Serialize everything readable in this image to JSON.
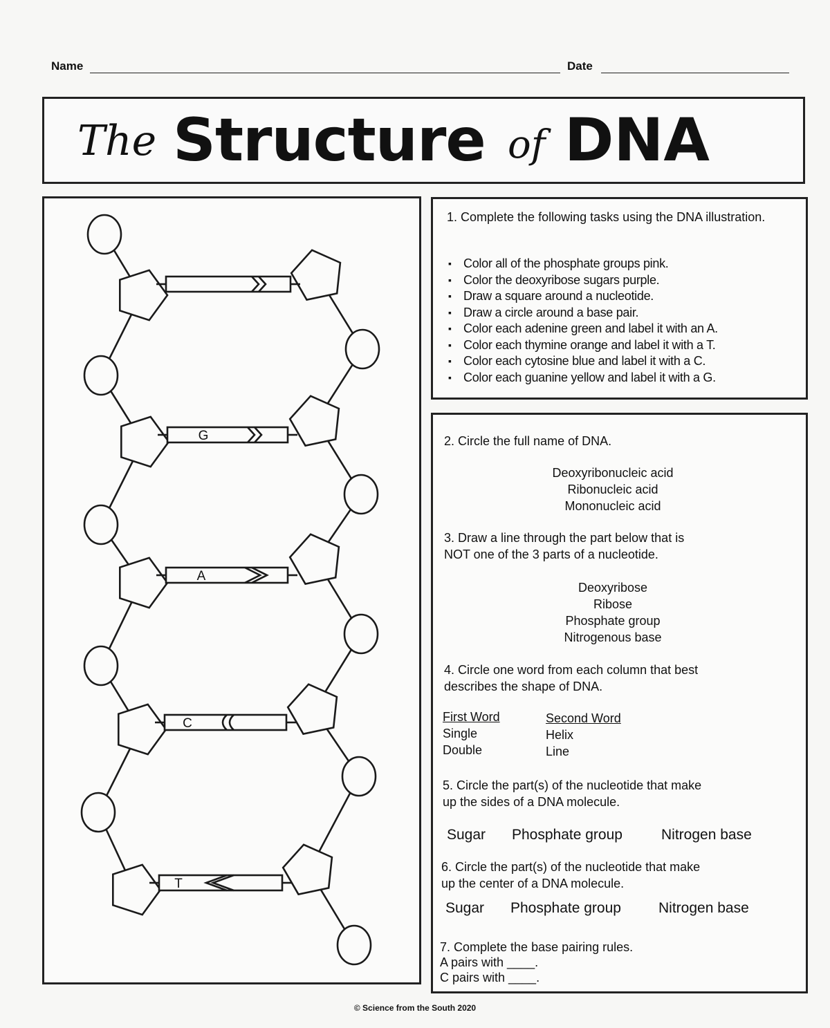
{
  "header": {
    "name_label": "Name",
    "date_label": "Date"
  },
  "title": {
    "the": "The",
    "structure": "Structure",
    "of": "of",
    "dna": "DNA"
  },
  "diagram": {
    "base_labels": [
      "G",
      "A",
      "C",
      "T"
    ]
  },
  "q1": {
    "prompt": "1. Complete the following tasks using the DNA illustration.",
    "tasks": [
      "Color all of the phosphate groups pink.",
      "Color the deoxyribose sugars purple.",
      "Draw a square around a nucleotide.",
      "Draw a circle around a base pair.",
      "Color each adenine green and label it with an A.",
      "Color each thymine orange and label it with a T.",
      "Color each cytosine blue and label it with a C.",
      "Color each guanine yellow and label it with a G."
    ]
  },
  "q2": {
    "prompt": "2. Circle the full name of DNA.",
    "options": [
      "Deoxyribonucleic acid",
      "Ribonucleic acid",
      "Mononucleic acid"
    ]
  },
  "q3": {
    "prompt_line1": "3. Draw a line through the part below that is",
    "prompt_line2": "NOT one of the 3 parts of a nucleotide.",
    "options": [
      "Deoxyribose",
      "Ribose",
      "Phosphate group",
      "Nitrogenous base"
    ]
  },
  "q4": {
    "prompt_line1": "4. Circle one word from each column that best",
    "prompt_line2": "describes the shape of DNA.",
    "first_head": "First Word",
    "first_options": [
      "Single",
      "Double"
    ],
    "second_head": "Second Word",
    "second_options": [
      "Helix",
      "Line"
    ]
  },
  "q5": {
    "prompt_line1": "5. Circle the part(s) of the nucleotide that make",
    "prompt_line2": "up the sides of a DNA molecule.",
    "options": [
      "Sugar",
      "Phosphate group",
      "Nitrogen base"
    ]
  },
  "q6": {
    "prompt_line1": "6. Circle the part(s) of the nucleotide that make",
    "prompt_line2": "up the center of a DNA molecule.",
    "options": [
      "Sugar",
      "Phosphate group",
      "Nitrogen base"
    ]
  },
  "q7": {
    "prompt": "7. Complete the base pairing rules.",
    "line1": "A pairs with ____.",
    "line2": "C pairs with ____."
  },
  "footer": "© Science from the South 2020"
}
